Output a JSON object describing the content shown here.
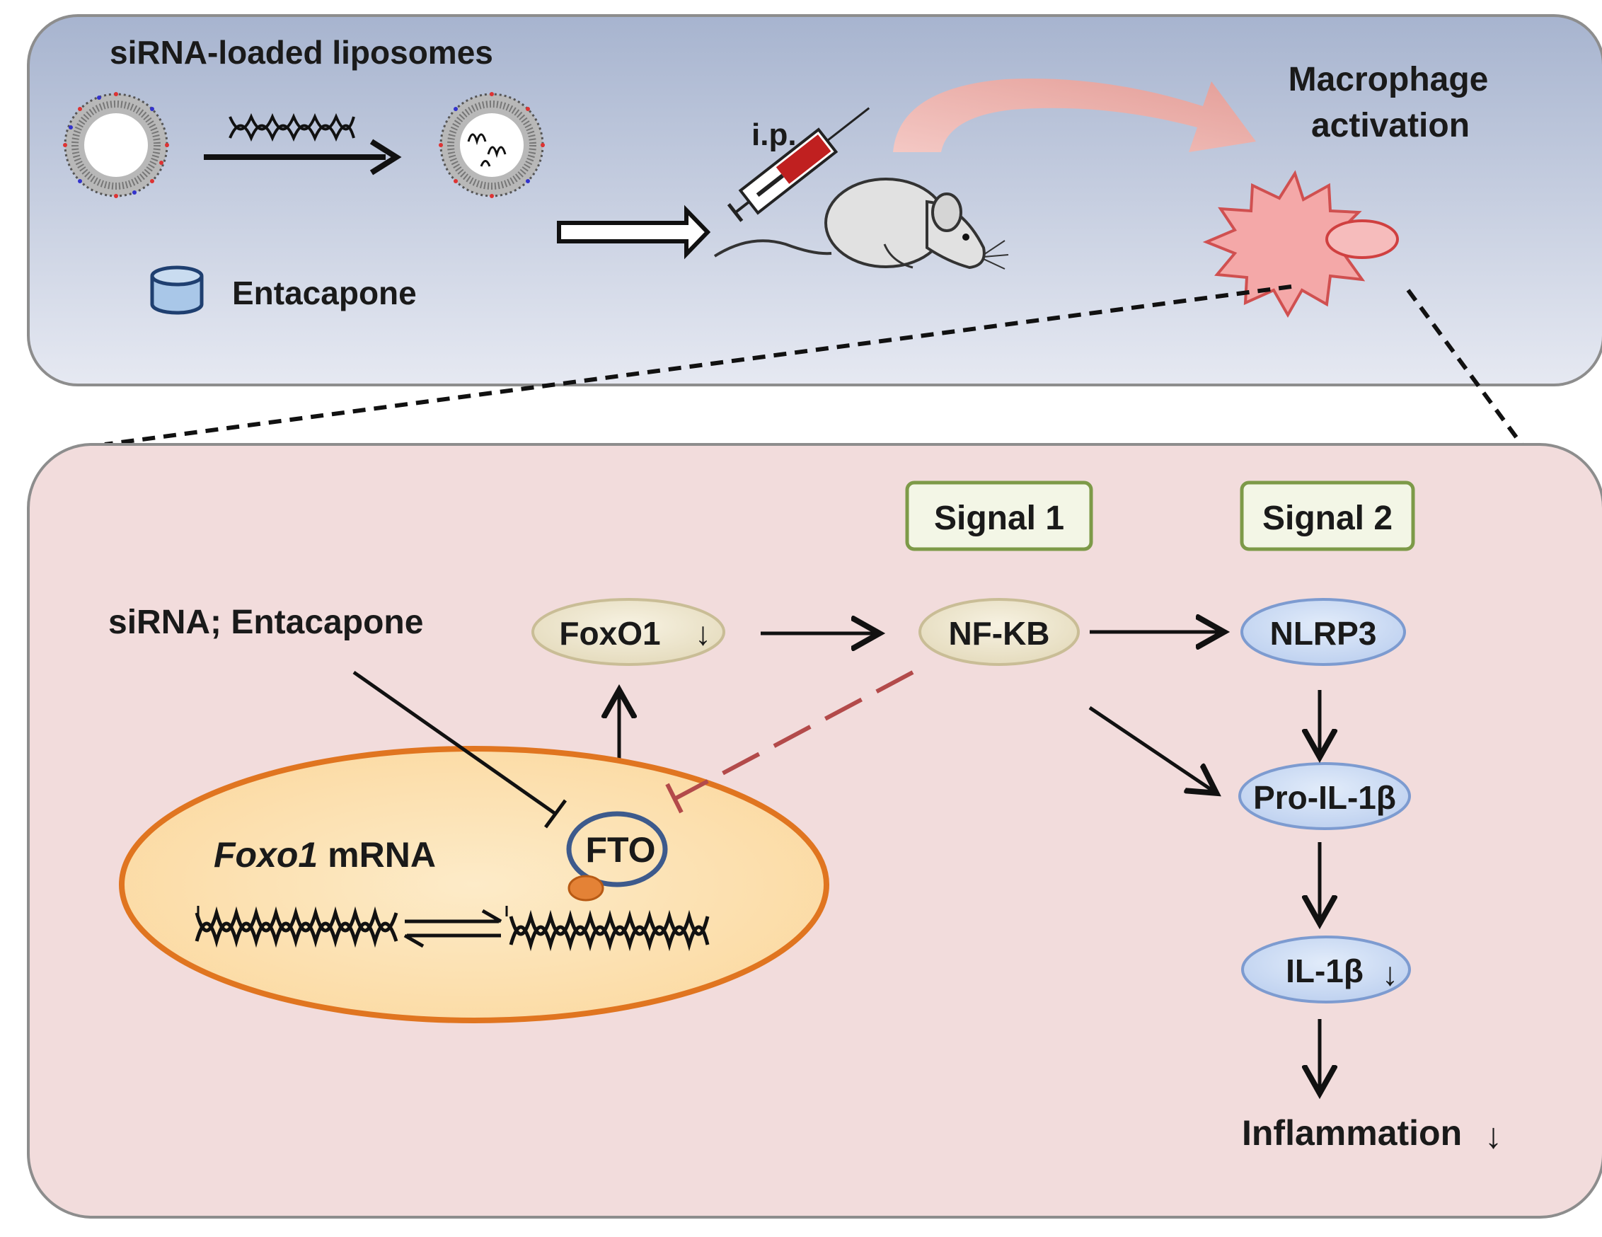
{
  "top_panel": {
    "liposome_title": "siRNA-loaded liposomes",
    "entacapone_label": "Entacapone",
    "injection_label": "i.p.",
    "macrophage_line1": "Macrophage",
    "macrophage_line2": "activation"
  },
  "bottom_panel": {
    "inhibitor_label": "siRNA; Entacapone",
    "mrna_italic": "Foxo1",
    "mrna_rest": " mRNA",
    "fto_label": "FTO",
    "foxo1_label": "FoxO1",
    "foxo1_arrow": "↓",
    "nfkb_label": "NF-KB",
    "signal1_label": "Signal 1",
    "signal2_label": "Signal 2",
    "nlrp3_label": "NLRP3",
    "pro_il1b_label": "Pro-IL-1β",
    "il1b_label": "IL-1β",
    "il1b_arrow": "↓",
    "inflammation_label": "Inflammation",
    "inflammation_arrow": "↓"
  },
  "colors": {
    "top_panel_fill_start": "#a7b4cf",
    "top_panel_fill_end": "#e4e8f1",
    "bottom_panel_fill": "#f2dcdc",
    "signal_box_border": "#7d9a48",
    "signal_box_fill": "#f2f5e6",
    "tan_oval_fill": "#efe8d3",
    "tan_oval_border": "#c9bd96",
    "blue_oval_fill": "#c9dbf2",
    "blue_oval_border": "#7d9bd0",
    "nucleus_border": "#e07520",
    "nucleus_fill": "#fde3b5",
    "fto_ring": "#3d5a8c",
    "inhibit_dashed": "#b34a4a",
    "macrophage_fill": "#f2a3a3",
    "curved_arrow": "#e8a8a3"
  }
}
